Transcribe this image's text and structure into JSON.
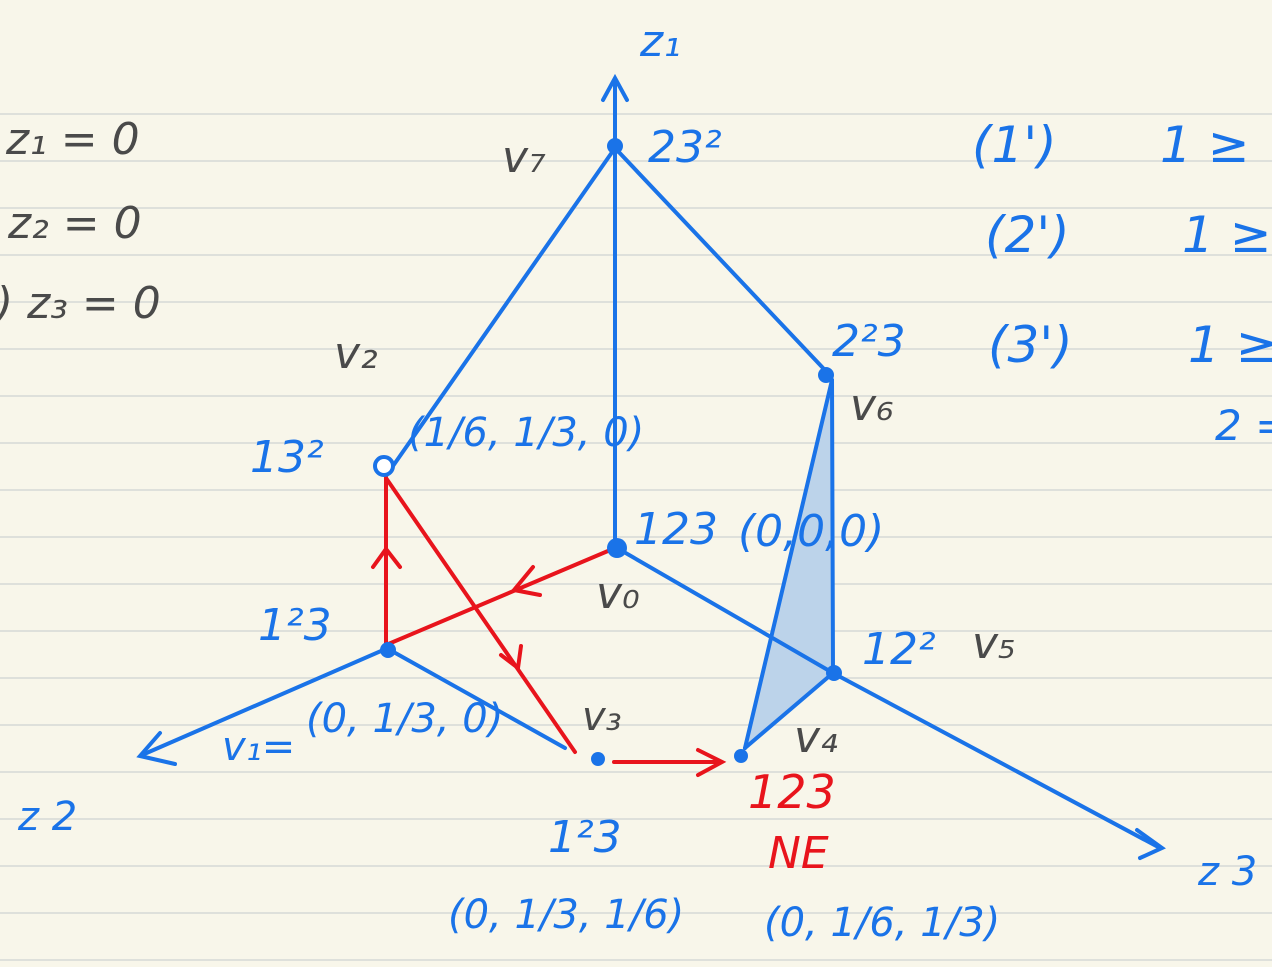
{
  "colors": {
    "paper": "#f8f6ea",
    "rule_line": "#d6d8d6",
    "blue_ink": "#1a73e8",
    "red_ink": "#e8141c",
    "gray_ink": "#4a4a4a",
    "shade_fill": "#bcd3ea"
  },
  "left_equations": [
    {
      "text": "z₁ = 0"
    },
    {
      "text": "z₂ = 0"
    },
    {
      "text": ") z₃ = 0"
    }
  ],
  "right_constraints": [
    {
      "label": "(1')",
      "rhs": "1 ≥"
    },
    {
      "label": "(2')",
      "rhs": "1 ≥"
    },
    {
      "label": "(3')",
      "rhs": "1 ≥"
    }
  ],
  "right_extra": "2 =",
  "axes": {
    "z1": "z₁",
    "z2": "z 2",
    "z3": "z 3"
  },
  "vertices": {
    "v0": {
      "name": "v₀",
      "code": "123",
      "coords": "(0,0,0)"
    },
    "v1": {
      "name": "v₁=",
      "code": "1²3",
      "coords": "(0, 1/3, 0)"
    },
    "v2": {
      "name": "v₂",
      "code": "13²",
      "coords": "(1/6, 1/3, 0)"
    },
    "v3": {
      "name": "v₃",
      "code": "1²3",
      "coords": "(0, 1/3, 1/6)"
    },
    "v4": {
      "name": "v₄",
      "code": "123",
      "extra": "NE",
      "coords": "(0, 1/6, 1/3)"
    },
    "v5": {
      "name": "v₅",
      "code": "12²"
    },
    "v6": {
      "name": "v₆",
      "code": "2²3"
    },
    "v7": {
      "name": "v₇",
      "code": "23²"
    }
  }
}
